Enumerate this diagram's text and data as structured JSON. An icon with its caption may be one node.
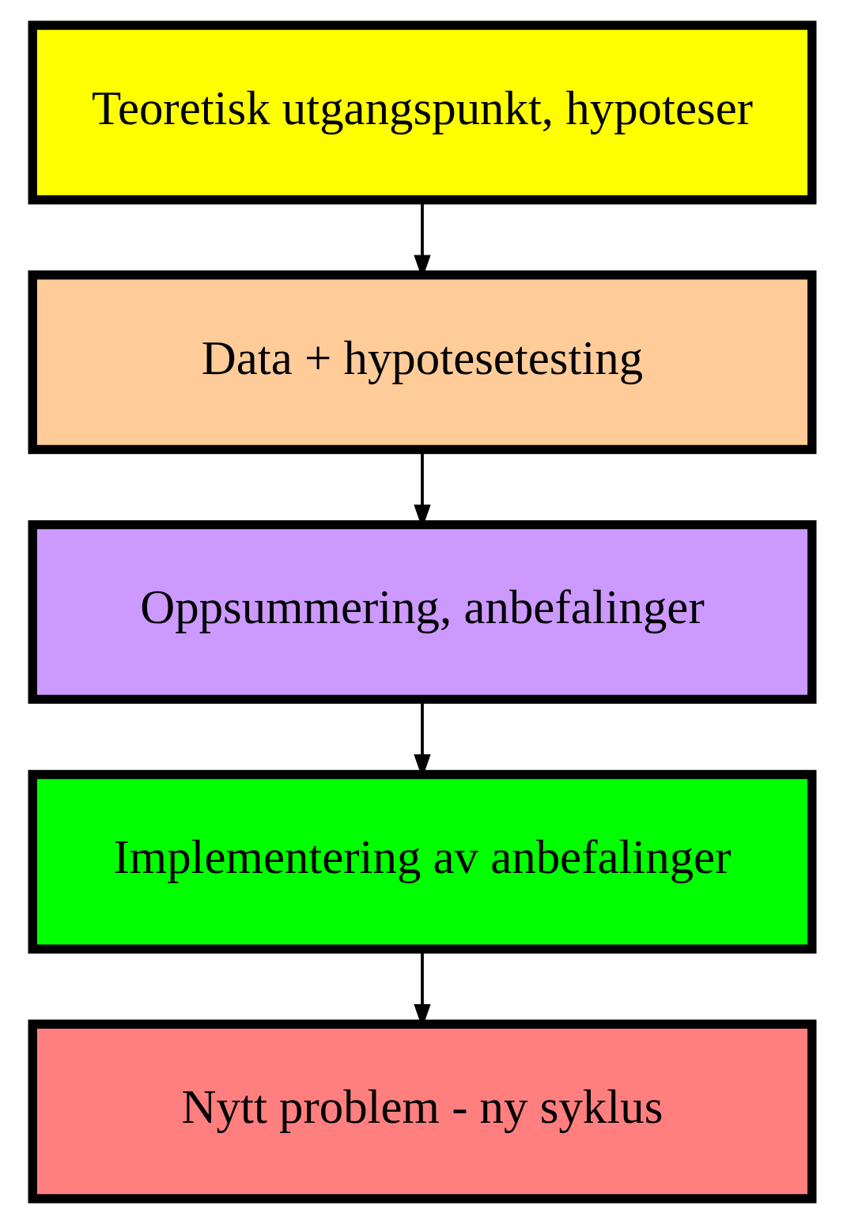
{
  "diagram": {
    "nodes": [
      {
        "text": [
          "Teoretisk utgangspunkt, hypoteser"
        ]
      },
      {
        "text": [
          "Data + hypotesetesting"
        ]
      },
      {
        "text": [
          "Oppsummering, anbefalinger"
        ]
      },
      {
        "text": [
          "Implementering av anbefalinger"
        ]
      },
      {
        "text": [
          "Nytt problem - ny syklus"
        ]
      }
    ],
    "edges": [
      {
        "from": 0,
        "to": 1,
        "arrow": "to"
      },
      {
        "from": 1,
        "to": 2,
        "arrow": "to"
      },
      {
        "from": 2,
        "to": 3,
        "arrow": "to"
      },
      {
        "from": 3,
        "to": 4,
        "arrow": "to"
      }
    ]
  }
}
